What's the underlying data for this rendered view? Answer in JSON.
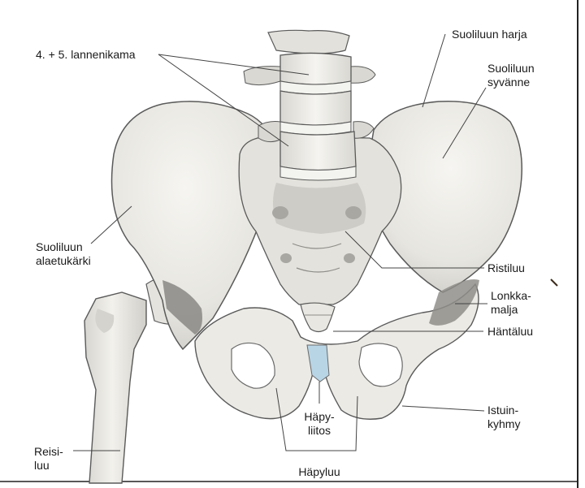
{
  "labels": {
    "lumbar": "4. + 5. lannenikama",
    "crest": "Suoliluun harja",
    "fossa_1": "Suoliluun",
    "fossa_2": "syvänne",
    "asis_1": "Suoliluun",
    "asis_2": "alaetukärki",
    "sacrum": "Ristiluu",
    "acetabulum_1": "Lonkka-",
    "acetabulum_2": "malja",
    "coccyx": "Häntäluu",
    "tuberosity_1": "Istuin-",
    "tuberosity_2": "kyhmy",
    "symphysis_1": "Häpy-",
    "symphysis_2": "liitos",
    "femur_1": "Reisi-",
    "femur_2": "luu",
    "pubis": "Häpyluu"
  },
  "colors": {
    "bone": "#e9e8e2",
    "bone_light": "#f4f3ef",
    "bone_shadow": "#c9c8c2",
    "bone_dark": "#9e9d99",
    "cartilage": "#b8d5e6",
    "outline": "#5a5a5a",
    "leader": "#444444",
    "frame": "#222222"
  }
}
